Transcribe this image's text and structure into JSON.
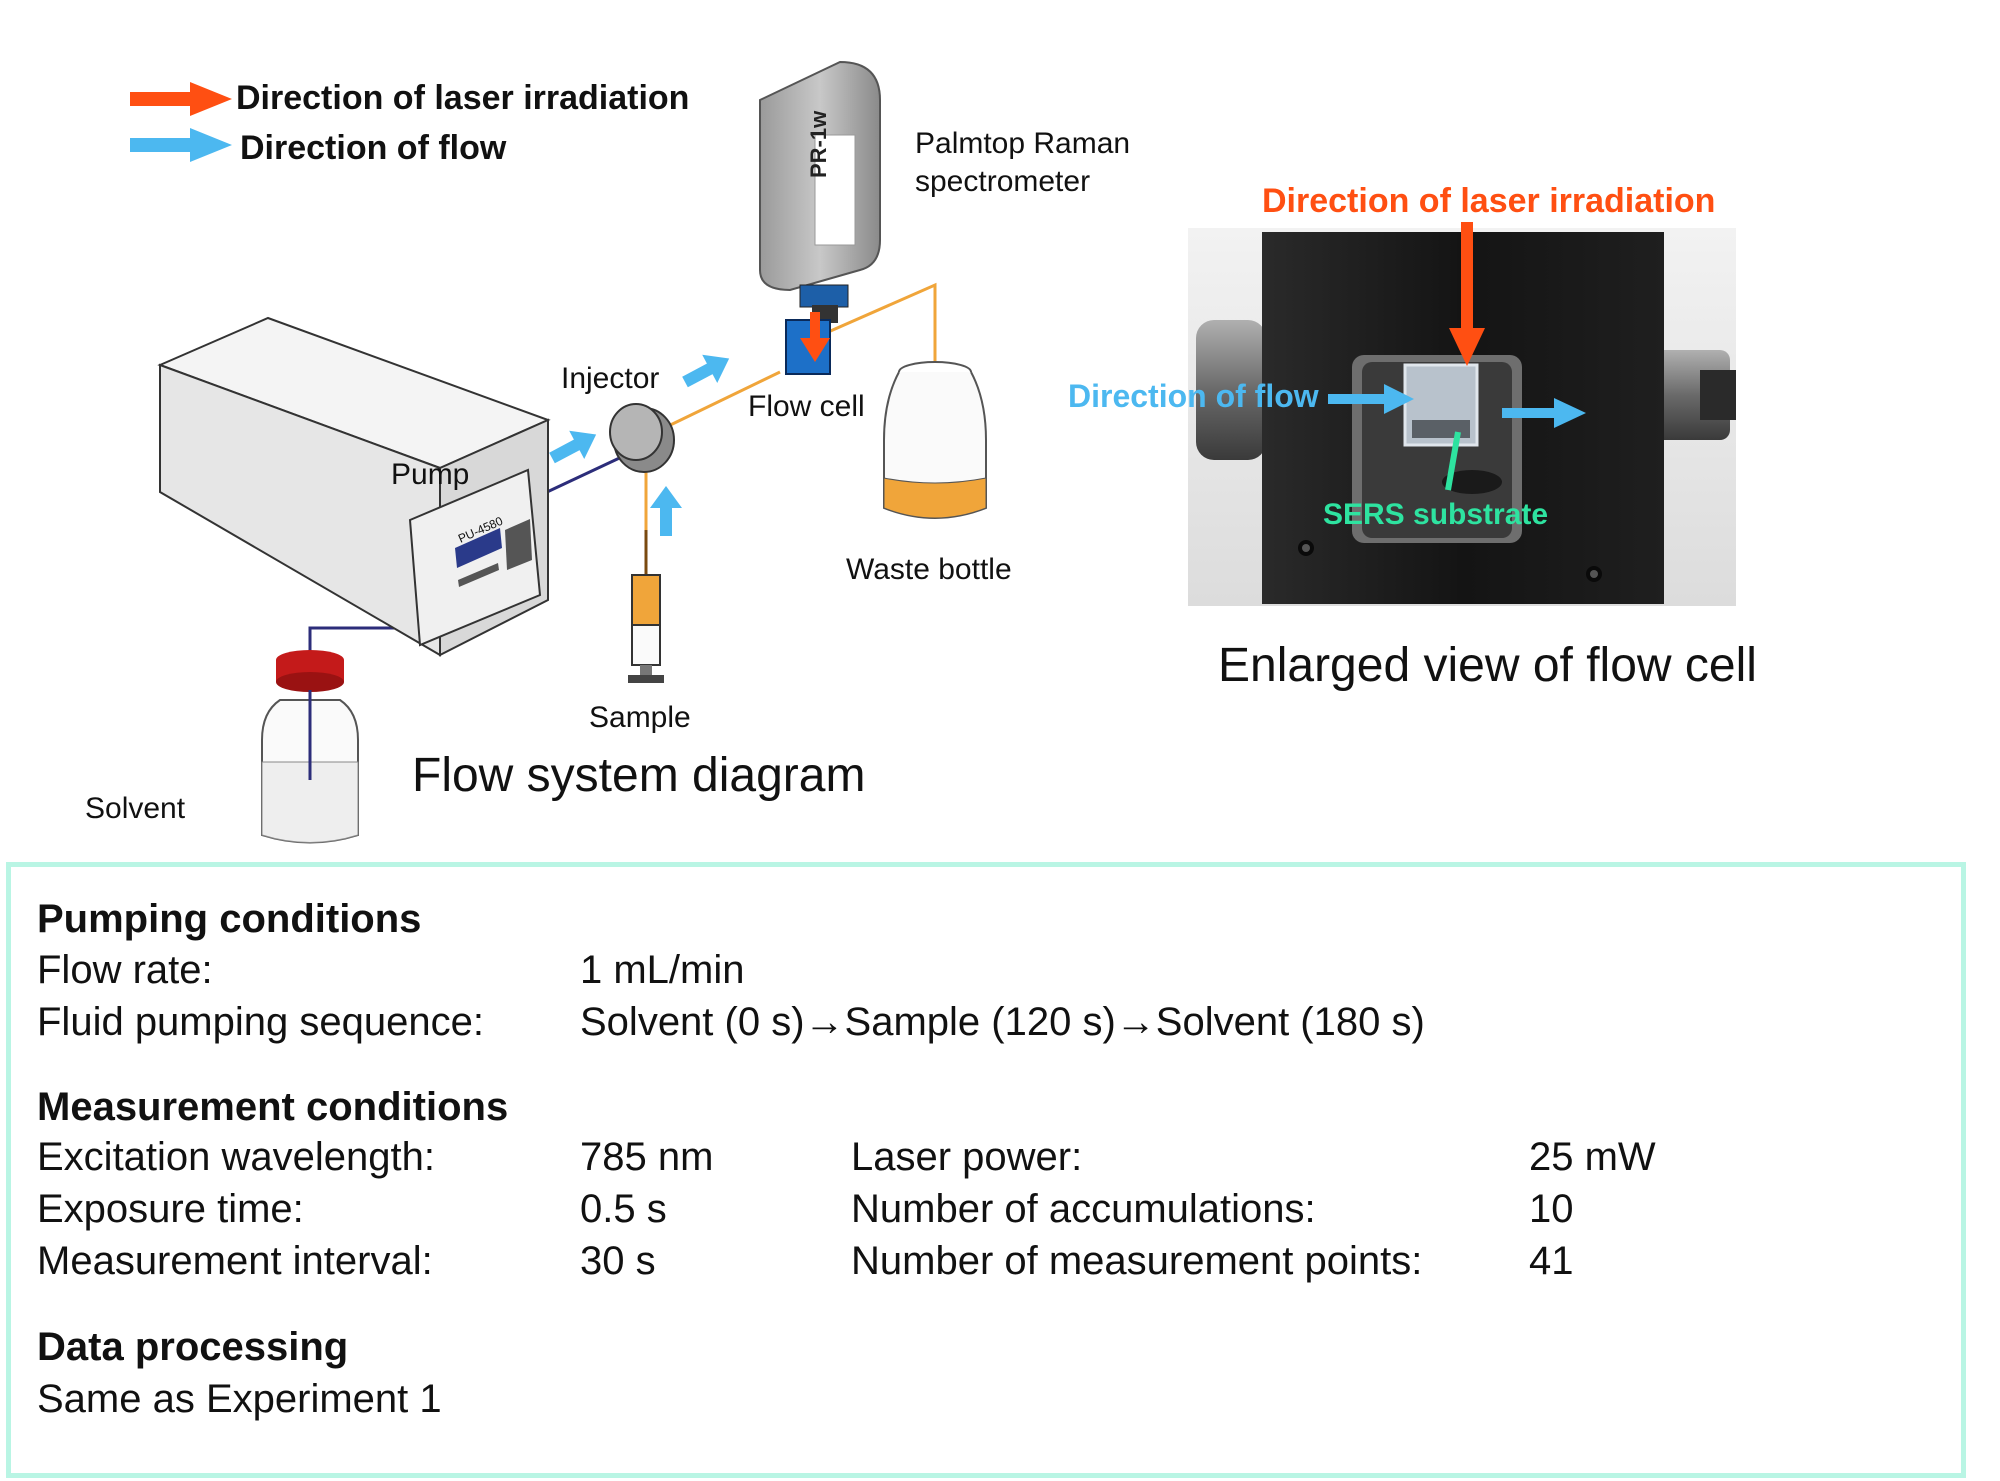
{
  "legend": {
    "laser": "Direction of laser irradiation",
    "flow": "Direction of flow"
  },
  "diagram": {
    "labels": {
      "spectrometer": "Palmtop Raman spectrometer",
      "spectrometer_line1": "Palmtop Raman",
      "spectrometer_line2": "spectrometer",
      "device_model": "PR-1w",
      "injector": "Injector",
      "flow_cell": "Flow cell",
      "pump": "Pump",
      "pump_model": "PU-4580",
      "waste_bottle": "Waste bottle",
      "sample": "Sample",
      "solvent": "Solvent"
    },
    "caption": "Flow system diagram"
  },
  "photo": {
    "laser_label": "Direction of laser irradiation",
    "flow_label": "Direction of flow",
    "substrate_label": "SERS substrate",
    "caption": "Enlarged view of flow cell"
  },
  "colors": {
    "laser_arrow": "#ff4f12",
    "flow_arrow": "#4cb8f0",
    "substrate": "#2ee3a0",
    "panel_border": "#b9f5e4",
    "tubing_orange": "#f0a53a",
    "tubing_blue": "#2c2d7a"
  },
  "conditions": {
    "pumping": {
      "title": "Pumping conditions",
      "rows": [
        {
          "label": "Flow rate:",
          "value": "1 mL/min"
        },
        {
          "label": "Fluid pumping sequence:",
          "value": "Solvent (0 s)→Sample (120 s)→Solvent (180 s)"
        }
      ]
    },
    "measurement": {
      "title": "Measurement conditions",
      "rows": [
        {
          "label": "Excitation wavelength:",
          "value": "785 nm",
          "label2": "Laser power:",
          "value2": "25 mW"
        },
        {
          "label": "Exposure time:",
          "value": "0.5 s",
          "label2": "Number of accumulations:",
          "value2": "10"
        },
        {
          "label": "Measurement interval:",
          "value": "30 s",
          "label2": "Number of measurement points:",
          "value2": "41"
        }
      ]
    },
    "processing": {
      "title": "Data processing",
      "text": "Same as Experiment 1"
    }
  }
}
